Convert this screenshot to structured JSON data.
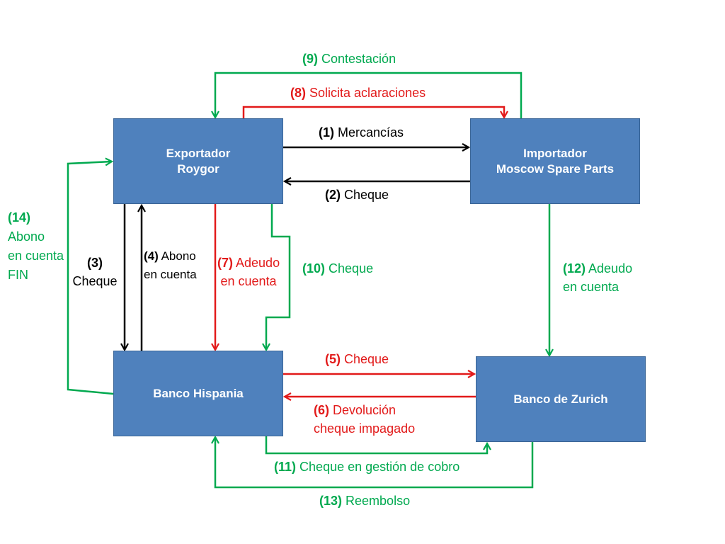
{
  "nodes": {
    "exportador": {
      "line1": "Exportador",
      "line2": "Roygor"
    },
    "importador": {
      "line1": "Importador",
      "line2": "Moscow Spare Parts"
    },
    "hispania": {
      "line1": "Banco Hispania"
    },
    "zurich": {
      "line1": "Banco  de Zurich"
    }
  },
  "edges": {
    "e1": {
      "num": "(1)",
      "text": "Mercancías"
    },
    "e2": {
      "num": "(2)",
      "text": "Cheque"
    },
    "e3": {
      "num": "(3)",
      "text": "Cheque"
    },
    "e4": {
      "num": "(4)",
      "text1": "Abono",
      "text2": "en cuenta"
    },
    "e5": {
      "num": "(5)",
      "text": "Cheque"
    },
    "e6": {
      "num": "(6)",
      "text1": "Devolución",
      "text2": "cheque impagado"
    },
    "e7": {
      "num": "(7)",
      "text1": "Adeudo",
      "text2": "en cuenta"
    },
    "e8": {
      "num": "(8)",
      "text": "Solicita aclaraciones"
    },
    "e9": {
      "num": "(9)",
      "text": "Contestación"
    },
    "e10": {
      "num": "(10)",
      "text": "Cheque"
    },
    "e11": {
      "num": "(11)",
      "text": "Cheque en gestión de cobro"
    },
    "e12": {
      "num": "(12)",
      "text1": "Adeudo",
      "text2": "en cuenta"
    },
    "e13": {
      "num": "(13)",
      "text": "Reembolso"
    },
    "e14": {
      "num": "(14)",
      "text1": "Abono",
      "text2": "en cuenta",
      "text3": "FIN"
    }
  },
  "colors": {
    "green": "#00a94f",
    "red": "#e21a1a",
    "black": "#000000",
    "box": "#4f81bd"
  }
}
